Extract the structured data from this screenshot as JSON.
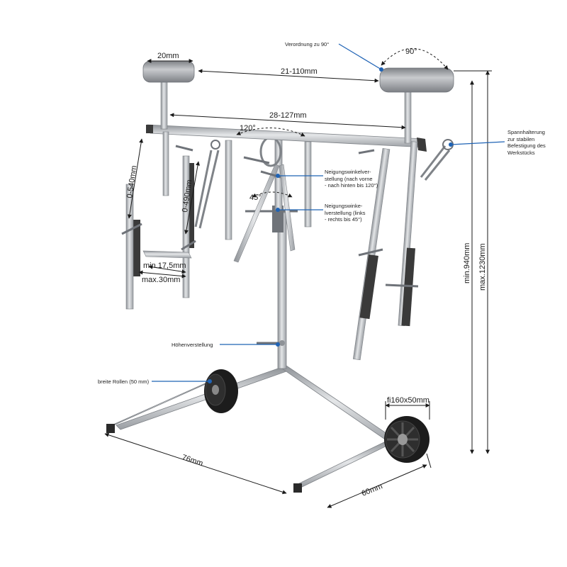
{
  "dimensions": {
    "roller_width": "20mm",
    "roller_spacing": "21-110mm",
    "bar_length": "28-127mm",
    "arm_left": "0-540mm",
    "arm_middle": "0-490mm",
    "min_jaw": "min.17,5mm",
    "max_jaw": "max.30mm",
    "height_min": "min.940mm",
    "height_max": "max.1230mm",
    "base_depth": "76mm",
    "base_width": "60mm",
    "wheel_size": "fi160x50mm"
  },
  "angles": {
    "rotation": "90°",
    "tilt": "120°",
    "side": "45°"
  },
  "callouts": {
    "rotation": "Verordnung zu 90°",
    "clamp": "Spannhalterung\nzur stabilen\nBefestigung des\nWerkstücks",
    "tilt": "Neigungswinkelver-\nstellung (nach vorne\n- nach hinten bis 120°)",
    "side": "Neigungswinke-\nlverstellung (links\n- rechts bis 45°)",
    "height": "Höhenverstellung",
    "wheels": "breite Rollen (50 mm)"
  },
  "colors": {
    "callout_line": "#1f63b5",
    "steel": "#b9bcc0",
    "steel_dark": "#8e9297",
    "roller": "#9a9da1",
    "wheel": "#1c1c1c",
    "base_block": "#2a2a2a"
  }
}
